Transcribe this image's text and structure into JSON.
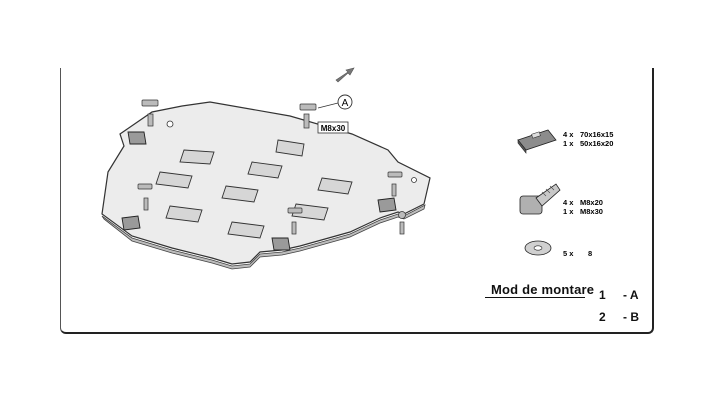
{
  "callout": {
    "letter": "A",
    "bolt_label": "M8x30"
  },
  "parts": [
    {
      "qty": "4 x",
      "spec": "70x16x15"
    },
    {
      "qty": "1 x",
      "spec": "50x16x20"
    },
    {
      "qty": "4 x",
      "spec": "M8x20"
    },
    {
      "qty": "1 x",
      "spec": "M8x30"
    },
    {
      "qty": "5 x",
      "spec": "8"
    }
  ],
  "mounting": {
    "title": "Mod de montare",
    "rows": [
      {
        "num": "1",
        "letter": "- A"
      },
      {
        "num": "2",
        "letter": "- B"
      }
    ]
  }
}
